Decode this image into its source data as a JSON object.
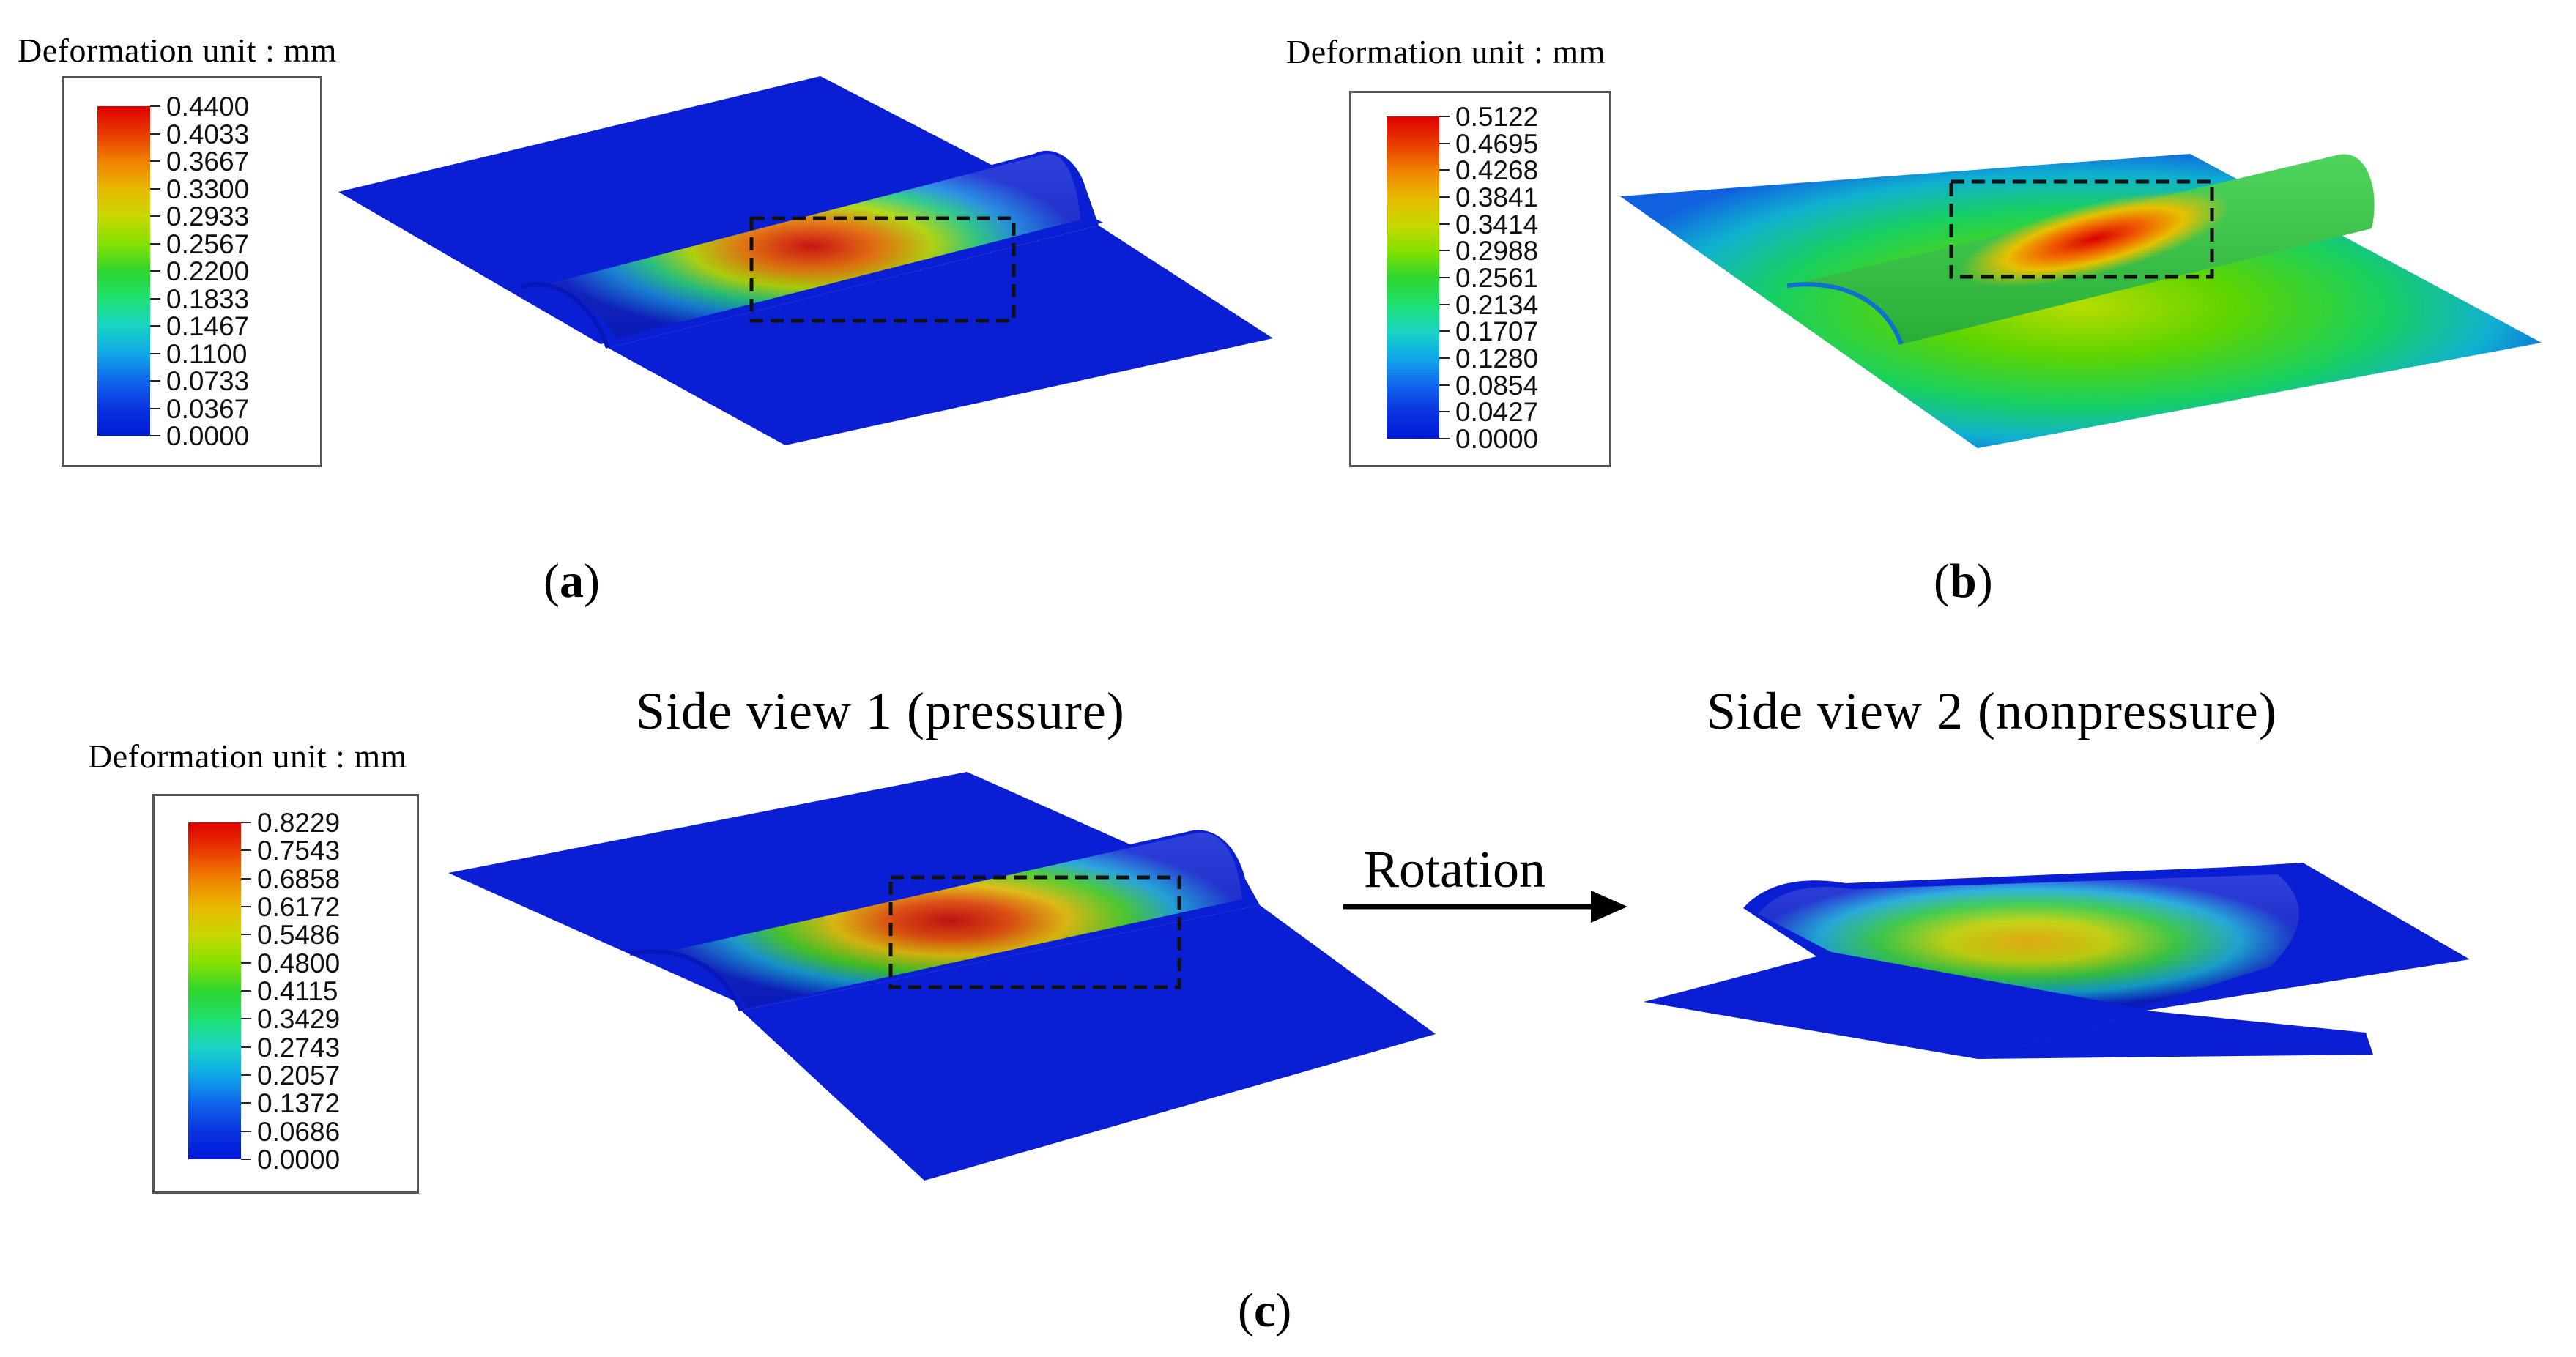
{
  "figure": {
    "panels": [
      {
        "id": "a",
        "legend_title": "Deformation unit : mm",
        "legend_values": [
          "0.4400",
          "0.4033",
          "0.3667",
          "0.3300",
          "0.2933",
          "0.2567",
          "0.2200",
          "0.1833",
          "0.1467",
          "0.1100",
          "0.0733",
          "0.0367",
          "0.0000"
        ],
        "caption": "a"
      },
      {
        "id": "b",
        "legend_title": "Deformation unit : mm",
        "legend_values": [
          "0.5122",
          "0.4695",
          "0.4268",
          "0.3841",
          "0.3414",
          "0.2988",
          "0.2561",
          "0.2134",
          "0.1707",
          "0.1280",
          "0.0854",
          "0.0427",
          "0.0000"
        ],
        "caption": "b"
      },
      {
        "id": "c",
        "legend_title": "Deformation unit : mm",
        "legend_values": [
          "0.8229",
          "0.7543",
          "0.6858",
          "0.6172",
          "0.5486",
          "0.4800",
          "0.4115",
          "0.3429",
          "0.2743",
          "0.2057",
          "0.1372",
          "0.0686",
          "0.0000"
        ],
        "caption": "c",
        "view1_title": "Side view 1 (pressure)",
        "view2_title": "Side view 2 (nonpressure)",
        "arrow_label": "Rotation"
      }
    ],
    "colors": {
      "contour_scale": [
        "#e00000",
        "#e83a00",
        "#f08000",
        "#e8b800",
        "#c8d800",
        "#86e000",
        "#2ed62e",
        "#1fe070",
        "#18d4c4",
        "#10a8e8",
        "#1066ec",
        "#0a34e0",
        "#0018d8"
      ],
      "surface_base": "#0a1ed4"
    }
  }
}
